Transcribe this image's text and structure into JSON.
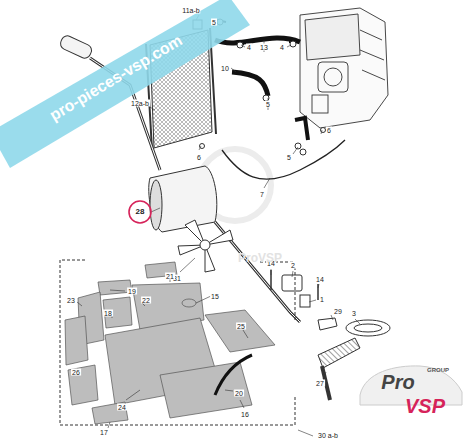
{
  "diagram": {
    "labels": [
      "11a-b",
      "5",
      "13",
      "4",
      "4",
      "10",
      "5",
      "12a-b",
      "6",
      "6",
      "5",
      "7",
      "28",
      "31",
      "14",
      "2",
      "14",
      "1",
      "15",
      "21",
      "19",
      "23",
      "22",
      "18",
      "29",
      "3",
      "26",
      "24",
      "25",
      "20",
      "27",
      "16",
      "17",
      "30 a-b",
      "pro-pieces-vsp.com",
      "ProVSP",
      "GROUP",
      "Pro",
      "VSP"
    ]
  }
}
